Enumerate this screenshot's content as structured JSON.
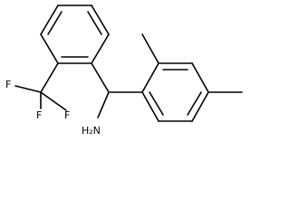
{
  "molecule": {
    "atoms": {
      "amine": "H₂N",
      "fluorine_1": "F",
      "fluorine_2": "F",
      "fluorine_3": "F"
    },
    "colors": {
      "bond": "#000000",
      "label": "#000000",
      "background": "#ffffff"
    }
  }
}
